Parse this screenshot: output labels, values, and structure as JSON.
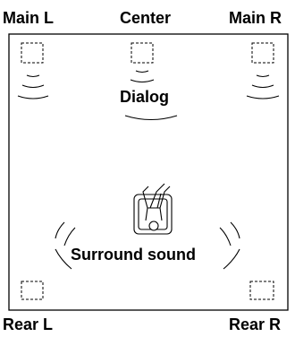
{
  "labels": {
    "main_l": "Main L",
    "center": "Center",
    "main_r": "Main R",
    "rear_l": "Rear L",
    "rear_r": "Rear R",
    "dialog": "Dialog",
    "surround": "Surround sound"
  },
  "colors": {
    "ink": "#000000",
    "background": "#ffffff"
  },
  "icons": {
    "speaker": "speaker-icon",
    "listener": "listener-in-chair-icon"
  }
}
